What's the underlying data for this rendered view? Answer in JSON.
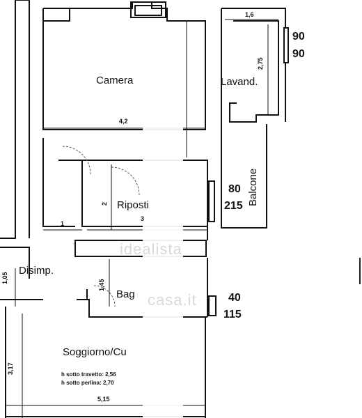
{
  "rooms": {
    "camera": "Camera",
    "lavand": "Lavand.",
    "balcone": "Balcone",
    "ripostiglio": "Riposti",
    "disimp": "Disimp.",
    "bagno": "Bag",
    "soggiorno": "Soggiorno/Cu"
  },
  "dimensions": {
    "lavand_width": "1,6",
    "lavand_height": "2,75",
    "camera_width": "4,2",
    "ripostiglio_height": "2",
    "ripostiglio_left": "1",
    "ripostiglio_width": "3",
    "disimp_height": "1,05",
    "bagno_height": "1,45",
    "soggiorno_height": "3,17",
    "soggiorno_width": "5,15"
  },
  "windows": {
    "lavand_w": "90",
    "lavand_h": "90",
    "balcone_w": "80",
    "balcone_h": "215",
    "bagno_w": "40",
    "bagno_h": "115"
  },
  "notes": {
    "travetto": "h sotto travetto: 2,56",
    "perlina": "h sotto perlina: 2,70"
  },
  "watermark": {
    "text1": "idealista",
    "text2": "casa.it"
  }
}
